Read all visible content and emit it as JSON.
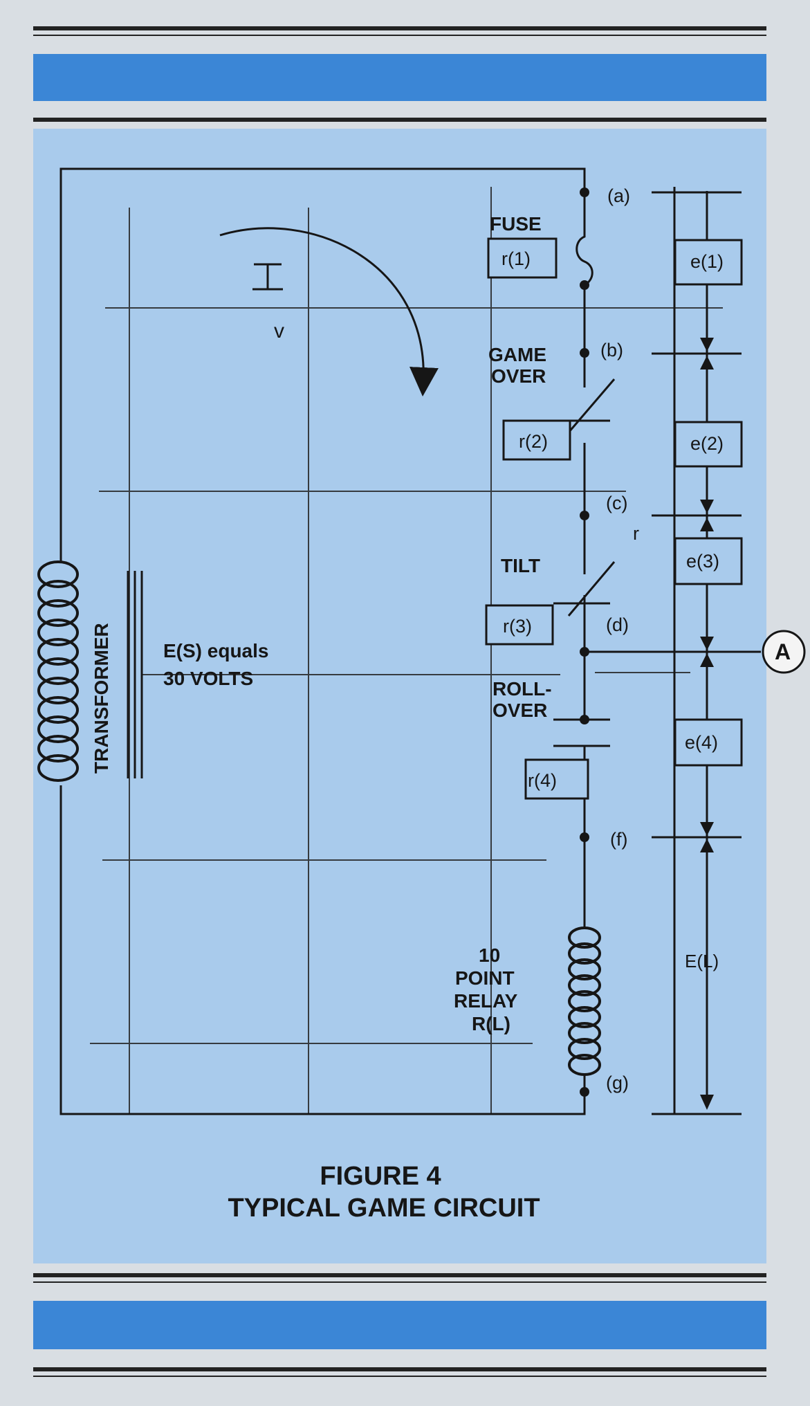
{
  "figure": {
    "number": "FIGURE 4",
    "title": "TYPICAL GAME CIRCUIT"
  },
  "labels": {
    "current": "I",
    "voltage": "v",
    "fuse": "FUSE",
    "game_over_1": "GAME",
    "game_over_2": "OVER",
    "tilt": "TILT",
    "roll_over_1": "ROLL-",
    "roll_over_2": "OVER",
    "relay_1": "10",
    "relay_2": "POINT",
    "relay_3": "RELAY",
    "relay_4": "R(L)",
    "transformer": "TRANSFORMER",
    "es_1": "E(S) equals",
    "es_2": "30 VOLTS",
    "r_small": "r",
    "point_A": "A",
    "e_L": "E(L)"
  },
  "resistors": [
    "r(1)",
    "r(2)",
    "r(3)",
    "r(4)"
  ],
  "drops": [
    "e(1)",
    "e(2)",
    "e(3)",
    "e(4)"
  ],
  "nodes": [
    "(a)",
    "(b)",
    "(c)",
    "(d)",
    "(f)",
    "(g)"
  ],
  "colors": {
    "band": "#3b86d6",
    "panel": "#a9cbec",
    "ink": "#161616"
  }
}
